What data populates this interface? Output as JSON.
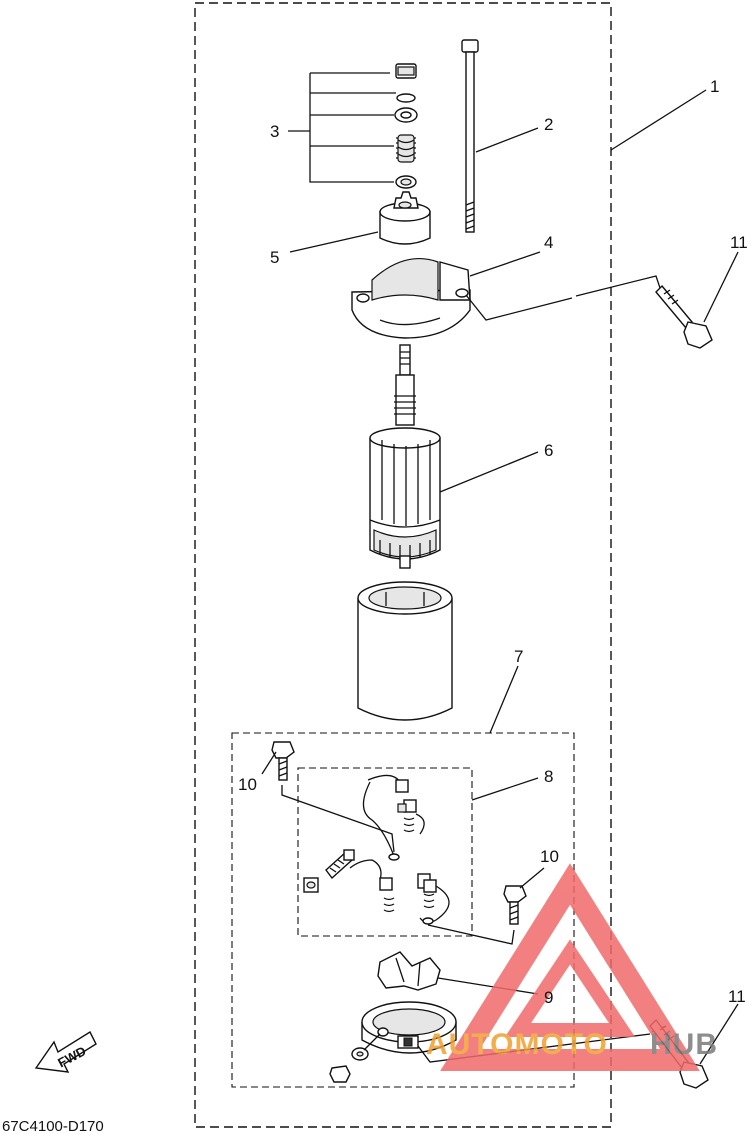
{
  "diagram": {
    "callouts": {
      "c1": "1",
      "c2": "2",
      "c3": "3",
      "c4": "4",
      "c5": "5",
      "c6": "6",
      "c7": "7",
      "c8": "8",
      "c9": "9",
      "c10a": "10",
      "c10b": "10",
      "c11a": "11",
      "c11b": "11"
    },
    "fwd_label": "FWD",
    "drawing_code": "67C4100-D170"
  },
  "watermark": {
    "text_part1": "AUTOMOTO",
    "text_part2": "HUB",
    "color_primary": "#f26a6a",
    "color_secondary": "#f0a030"
  }
}
